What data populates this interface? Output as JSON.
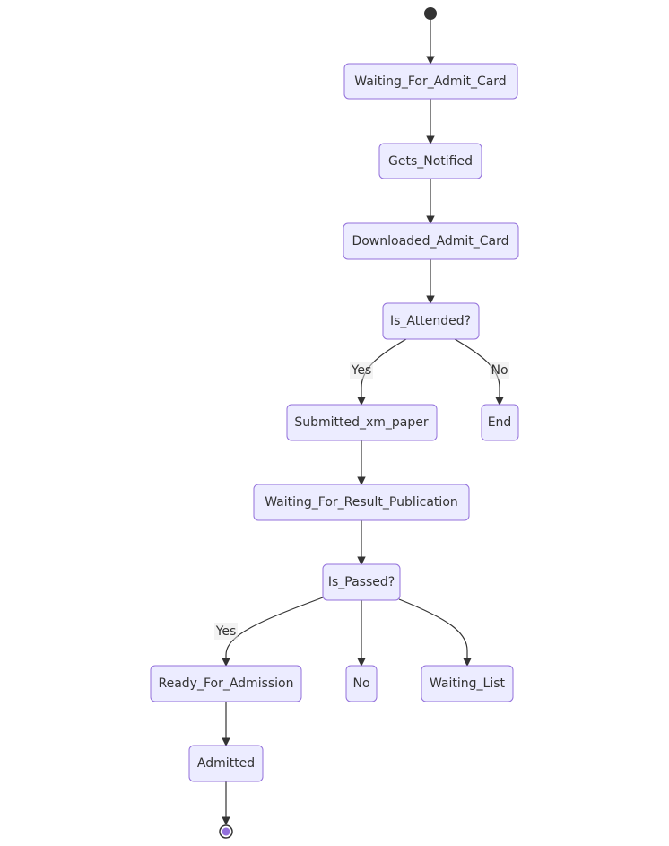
{
  "states": {
    "waiting_for_admit_card": "Waiting_For_Admit_Card",
    "gets_notified": "Gets_Notified",
    "downloaded_admit_card": "Downloaded_Admit_Card",
    "is_attended": "Is_Attended?",
    "submitted_xm_paper": "Submitted_xm_paper",
    "end": "End",
    "waiting_for_result_publication": "Waiting_For_Result_Publication",
    "is_passed": "Is_Passed?",
    "ready_for_admission": "Ready_For_Admission",
    "no": "No",
    "waiting_list": "Waiting_List",
    "admitted": "Admitted"
  },
  "edge_labels": {
    "attended_yes": "Yes",
    "attended_no": "No",
    "passed_yes": "Yes"
  },
  "colors": {
    "node_fill": "#ECECFF",
    "node_stroke": "#9370DB",
    "edge": "#333333",
    "start": "#333333",
    "end_inner": "#9370DB"
  }
}
